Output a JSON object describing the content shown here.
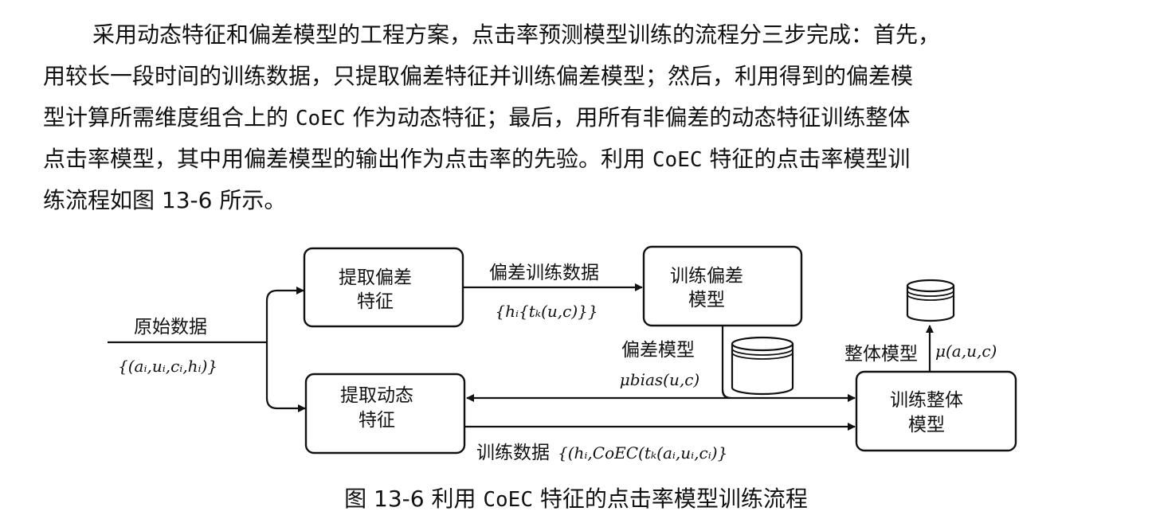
{
  "paragraph": {
    "line1": "采用动态特征和偏差模型的工程方案，点击率预测模型训练的流程分三步完成：首先，",
    "line2": "用较长一段时间的训练数据，只提取偏差特征并训练偏差模型；然后，利用得到的偏差模",
    "line3_a": "型计算所需维度组合上的 ",
    "line3_b": "CoEC",
    "line3_c": " 作为动态特征；最后，用所有非偏差的动态特征训练整体",
    "line4_a": "点击率模型，其中用偏差模型的输出作为点击率的先验。利用 ",
    "line4_b": "CoEC",
    "line4_c": " 特征的点击率模型训",
    "line5_a": "练流程如图 ",
    "line5_b": "13-6",
    "line5_c": " 所示。"
  },
  "diagram": {
    "input_label": "原始数据",
    "input_math": "{(aᵢ,uᵢ,cᵢ,hᵢ)}",
    "box_extract_bias": [
      "提取偏差",
      "特征"
    ],
    "box_extract_dynamic": [
      "提取动态",
      "特征"
    ],
    "bias_train_data_label": "偏差训练数据",
    "bias_train_data_math": "{hᵢ{tₖ(u,c)}}",
    "box_train_bias": [
      "训练偏差",
      "模型"
    ],
    "bias_model_label": "偏差模型",
    "bias_model_math": "μbias(u,c)",
    "box_train_overall": [
      "训练整体",
      "模型"
    ],
    "overall_model_label": "整体模型",
    "overall_model_math": "μ(a,u,c)",
    "train_data_label": "训练数据",
    "train_data_math": "{(hᵢ,CoEC(tₖ(aᵢ,uᵢ,cᵢ)}"
  },
  "caption": {
    "prefix": "图 13-6  利用 ",
    "coec": "CoEC",
    "suffix": " 特征的点击率模型训练流程"
  }
}
